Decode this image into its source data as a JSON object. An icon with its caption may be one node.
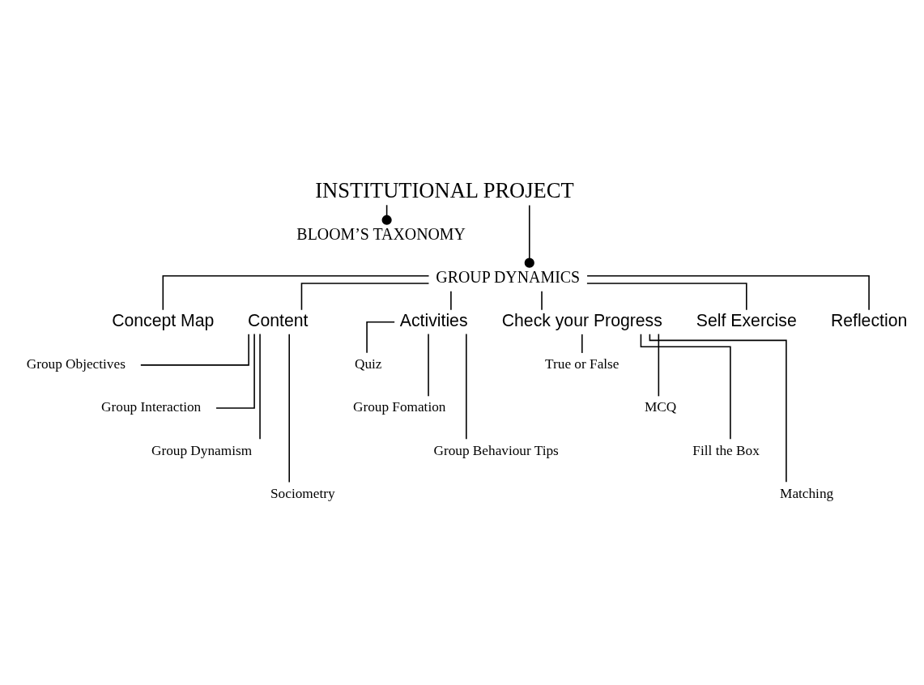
{
  "diagram": {
    "nodes": [
      {
        "text": [
          "INSTITUTIONAL PROJECT"
        ]
      },
      {
        "text": [
          "BLOOM’S TAXONOMY"
        ]
      },
      {
        "text": [
          "GROUP DYNAMICS"
        ]
      },
      {
        "text": [
          "Concept Map"
        ]
      },
      {
        "text": [
          "Content"
        ]
      },
      {
        "text": [
          "Activities"
        ]
      },
      {
        "text": [
          "Check your Progress"
        ]
      },
      {
        "text": [
          "Self Exercise"
        ]
      },
      {
        "text": [
          "Reflection"
        ]
      },
      {
        "text": [
          "Group Objectives"
        ]
      },
      {
        "text": [
          "Group Interaction"
        ]
      },
      {
        "text": [
          "Group Dynamism"
        ]
      },
      {
        "text": [
          "Sociometry"
        ]
      },
      {
        "text": [
          "Quiz"
        ]
      },
      {
        "text": [
          "Group Fomation"
        ]
      },
      {
        "text": [
          "Group Behaviour Tips"
        ]
      },
      {
        "text": [
          "True or False"
        ]
      },
      {
        "text": [
          "MCQ"
        ]
      },
      {
        "text": [
          "Fill the Box"
        ]
      },
      {
        "text": [
          "Matching"
        ]
      }
    ],
    "edges": [
      {
        "from": 0,
        "to": 1,
        "arrow": "other"
      },
      {
        "from": 0,
        "to": 2,
        "arrow": "other"
      },
      {
        "from": 2,
        "to": 3,
        "arrow": "none"
      },
      {
        "from": 2,
        "to": 4,
        "arrow": "none"
      },
      {
        "from": 2,
        "to": 5,
        "arrow": "none"
      },
      {
        "from": 2,
        "to": 6,
        "arrow": "none"
      },
      {
        "from": 2,
        "to": 7,
        "arrow": "none"
      },
      {
        "from": 2,
        "to": 8,
        "arrow": "none"
      },
      {
        "from": 4,
        "to": 9,
        "arrow": "none"
      },
      {
        "from": 4,
        "to": 10,
        "arrow": "none"
      },
      {
        "from": 4,
        "to": 11,
        "arrow": "none"
      },
      {
        "from": 4,
        "to": 12,
        "arrow": "none"
      },
      {
        "from": 5,
        "to": 13,
        "arrow": "none"
      },
      {
        "from": 5,
        "to": 14,
        "arrow": "none"
      },
      {
        "from": 5,
        "to": 15,
        "arrow": "none"
      },
      {
        "from": 6,
        "to": 16,
        "arrow": "none"
      },
      {
        "from": 6,
        "to": 17,
        "arrow": "none"
      },
      {
        "from": 6,
        "to": 18,
        "arrow": "none"
      },
      {
        "from": 6,
        "to": 19,
        "arrow": "none"
      }
    ]
  }
}
